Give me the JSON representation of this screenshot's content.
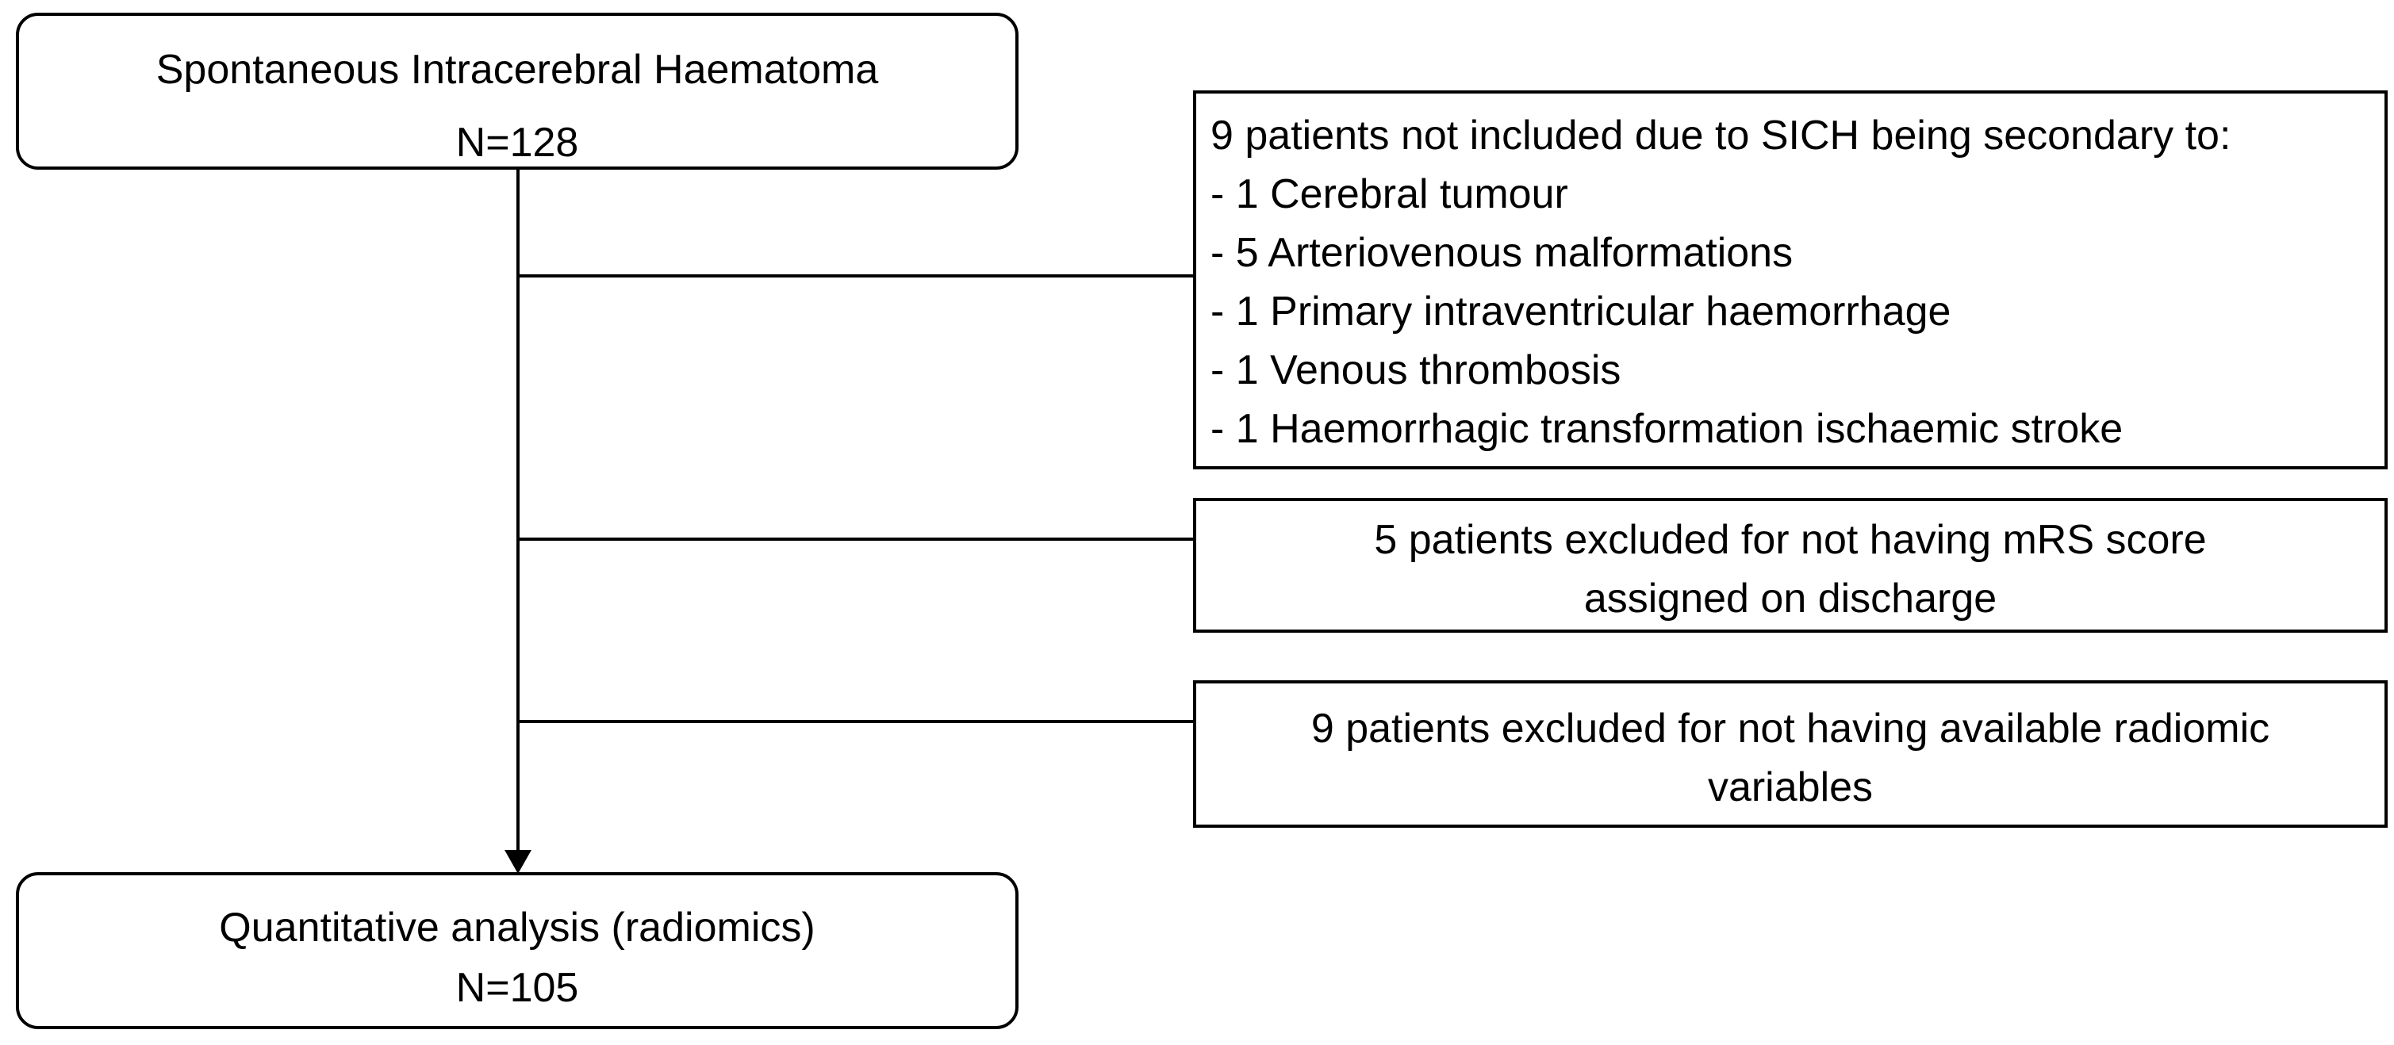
{
  "start": {
    "title": "Spontaneous Intracerebral Haematoma",
    "count": "N=128"
  },
  "exclusions": [
    {
      "heading": "9 patients not included due to SICH being secondary to:",
      "items": [
        "- 1 Cerebral tumour",
        "- 5 Arteriovenous malformations",
        "- 1 Primary intraventricular haemorrhage",
        "- 1 Venous thrombosis",
        "- 1 Haemorrhagic transformation ischaemic stroke"
      ]
    },
    {
      "lines": [
        "5 patients excluded for not having mRS score",
        "assigned on discharge"
      ]
    },
    {
      "lines": [
        "9 patients excluded for not having available radiomic",
        "variables"
      ]
    }
  ],
  "result": {
    "title": "Quantitative analysis (radiomics)",
    "count": "N=105"
  }
}
